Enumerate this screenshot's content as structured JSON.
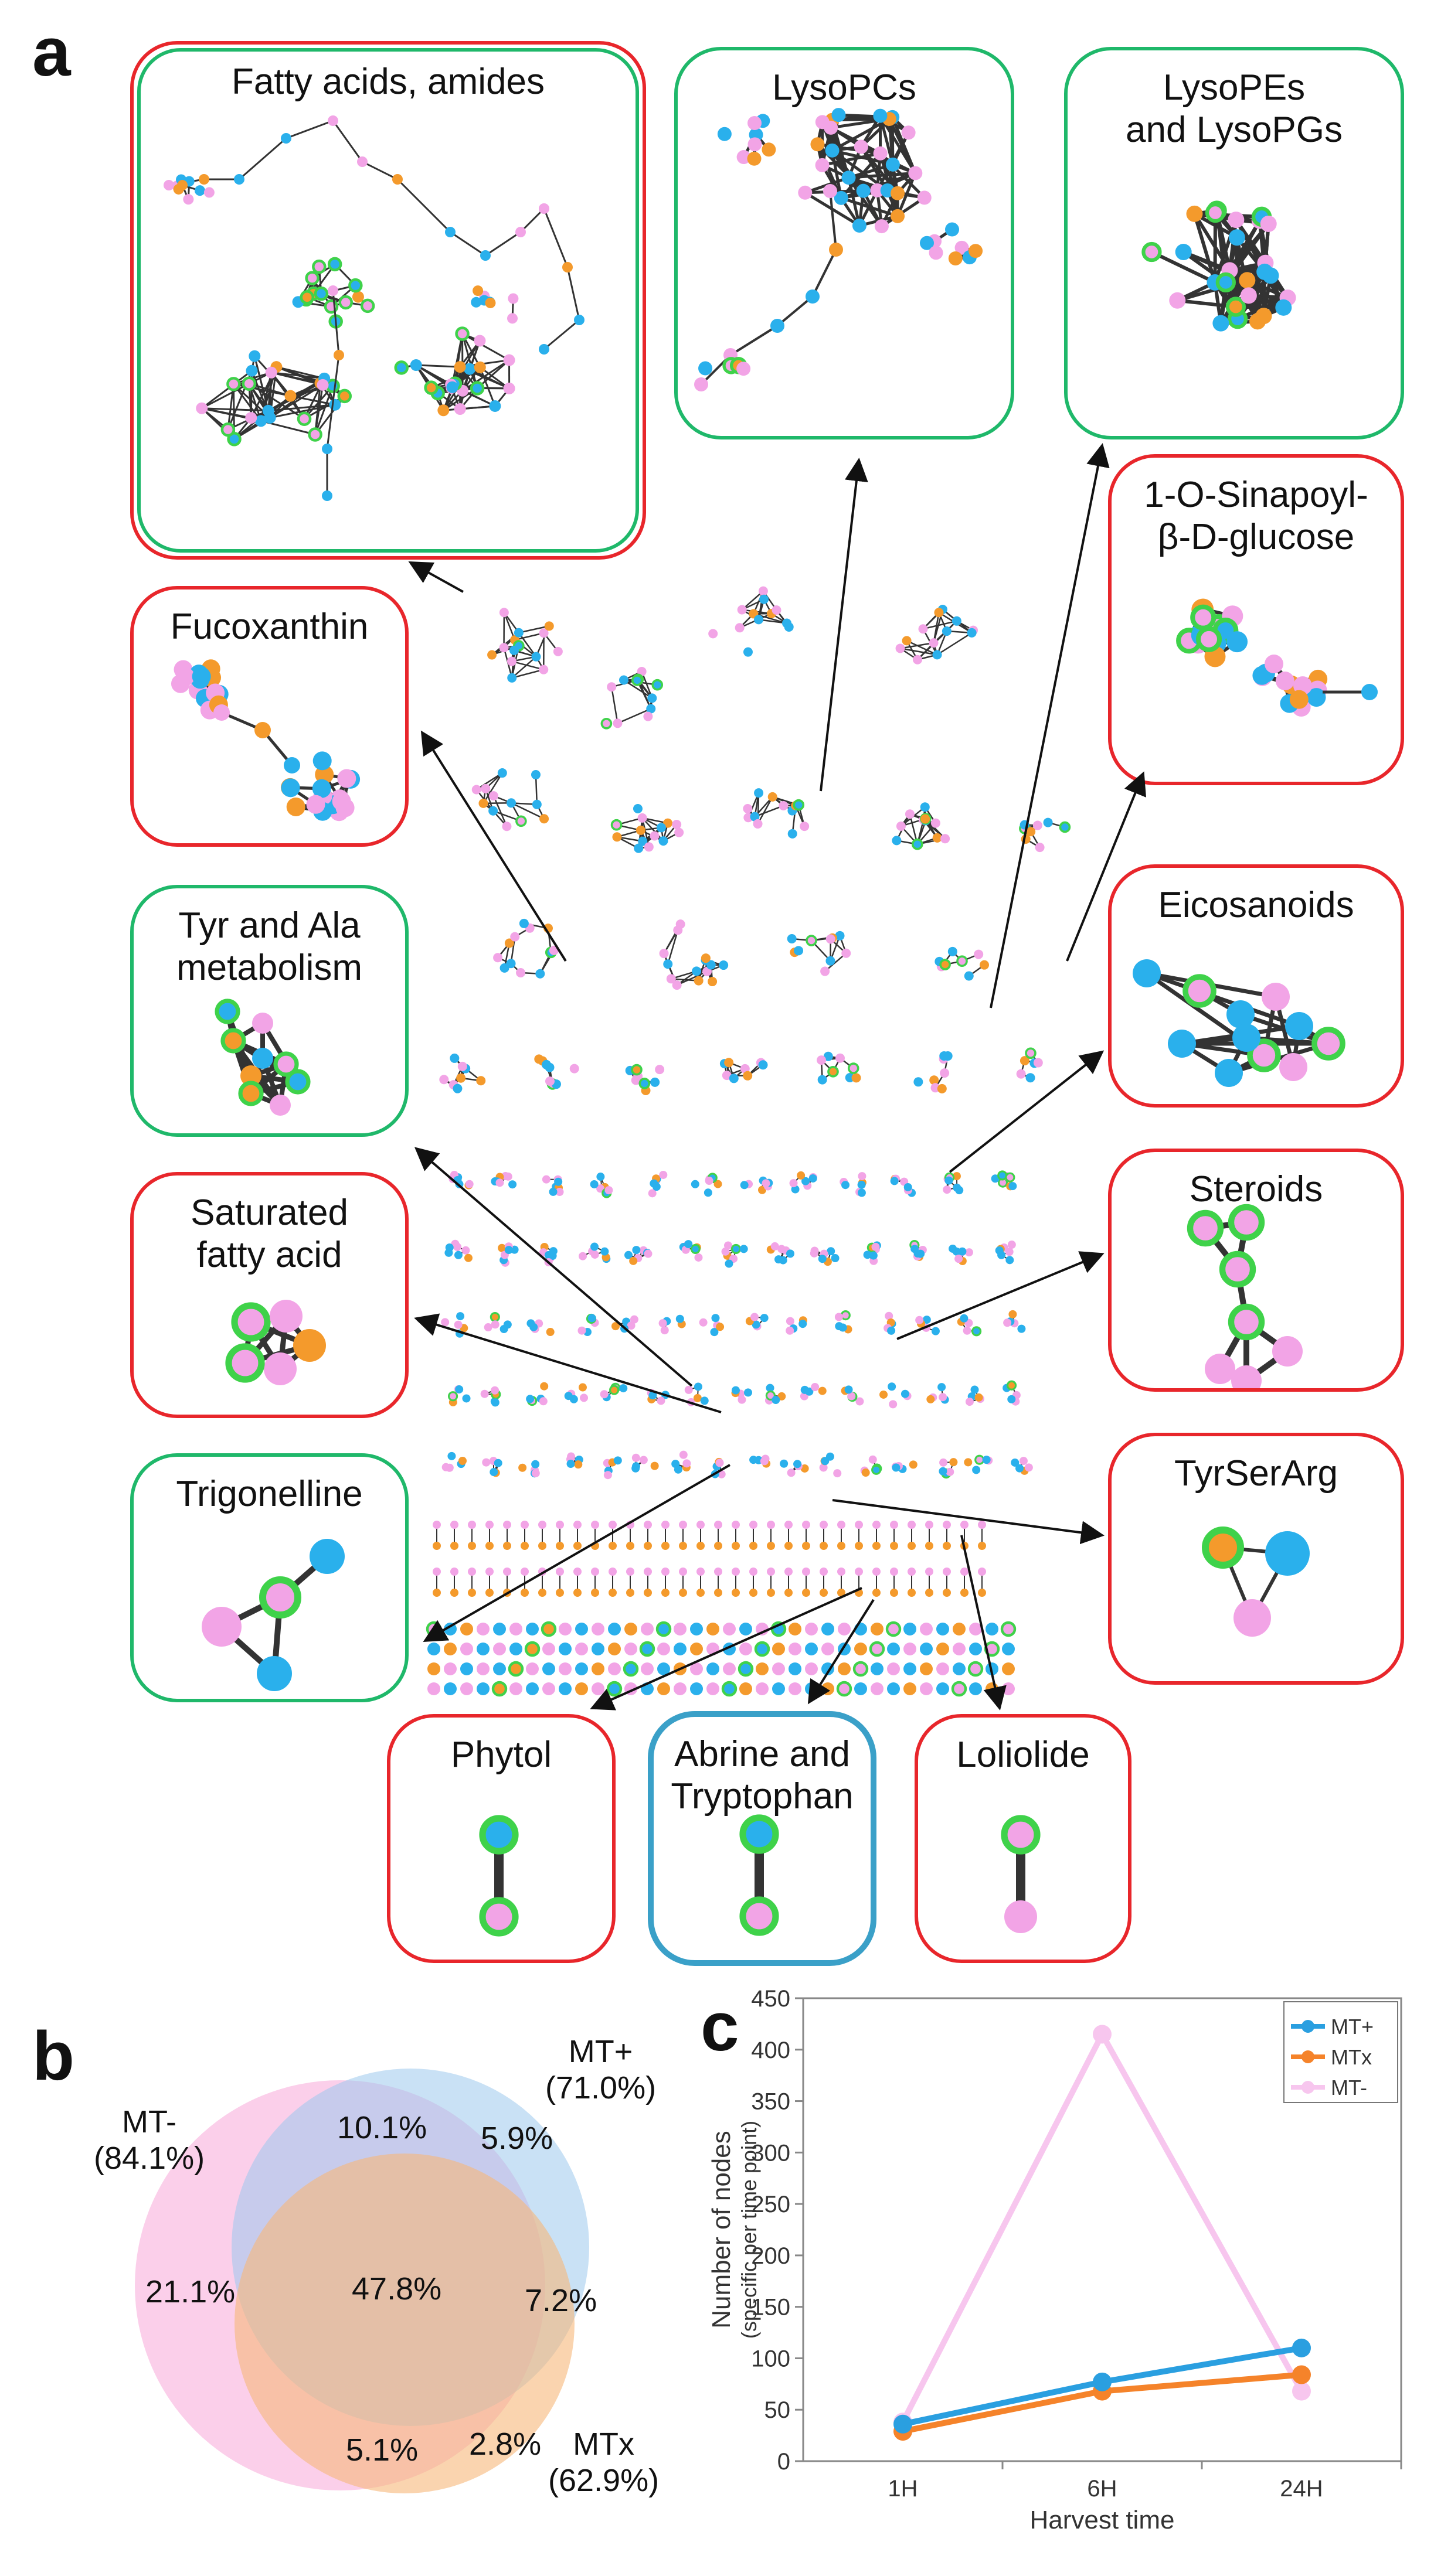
{
  "panel_a": {
    "letter": "a",
    "boxes": [
      {
        "id": "fatty-acids-amides",
        "title": "Fatty acids, amides",
        "border": "red-green"
      },
      {
        "id": "lysopcs",
        "title": "LysoPCs",
        "border": "green"
      },
      {
        "id": "lysopes",
        "title": "LysoPEs\nand LysoPGs",
        "border": "green"
      },
      {
        "id": "sinapoyl",
        "title": "1-O-Sinapoyl-\nβ-D-glucose",
        "border": "red"
      },
      {
        "id": "fucoxanthin",
        "title": "Fucoxanthin",
        "border": "red"
      },
      {
        "id": "tyr-ala",
        "title": "Tyr and Ala\nmetabolism",
        "border": "green"
      },
      {
        "id": "eicosanoids",
        "title": "Eicosanoids",
        "border": "red"
      },
      {
        "id": "saturated",
        "title": "Saturated\nfatty acid",
        "border": "red"
      },
      {
        "id": "steroids",
        "title": "Steroids",
        "border": "red"
      },
      {
        "id": "trigonelline",
        "title": "Trigonelline",
        "border": "green"
      },
      {
        "id": "tyrserarg",
        "title": "TyrSerArg",
        "border": "red"
      },
      {
        "id": "phytol",
        "title": "Phytol",
        "border": "red"
      },
      {
        "id": "abrine",
        "title": "Abrine and\nTryptophan",
        "border": "blue"
      },
      {
        "id": "loliolide",
        "title": "Loliolide",
        "border": "red"
      }
    ]
  },
  "panel_b": {
    "letter": "b",
    "sets": [
      {
        "name": "MT-",
        "percent": "(84.1%)",
        "color": "#f7a8d8"
      },
      {
        "name": "MT+",
        "percent": "(71.0%)",
        "color": "#9cc9ec"
      },
      {
        "name": "MTx",
        "percent": "(62.9%)",
        "color": "#f7b77a"
      }
    ],
    "regions": {
      "mtminus_only": "21.1%",
      "mtminus_mtplus": "10.1%",
      "mtplus_only": "5.9%",
      "all_three": "47.8%",
      "mtplus_mtx": "7.2%",
      "mtminus_mtx": "5.1%",
      "mtx_only": "2.8%"
    }
  },
  "panel_c": {
    "letter": "c",
    "chart_data": {
      "type": "line",
      "categories": [
        "1H",
        "6H",
        "24H"
      ],
      "series": [
        {
          "name": "MT+",
          "values": [
            36,
            77,
            110
          ],
          "color": "#2a9fe0"
        },
        {
          "name": "MTx",
          "values": [
            29,
            68,
            84
          ],
          "color": "#f5832a"
        },
        {
          "name": "MT-",
          "values": [
            38,
            415,
            68
          ],
          "color": "#f7c6ee"
        }
      ],
      "xlabel": "Harvest time",
      "ylabel": "Number of nodes",
      "ylabel_sub": "(specific per time point)",
      "ylim": [
        0,
        450
      ],
      "yticks": [
        0,
        50,
        100,
        150,
        200,
        250,
        300,
        350,
        400,
        450
      ],
      "legend_position": "top-right",
      "grid": false
    }
  },
  "colors": {
    "red": "#e8262b",
    "green": "#1fb86a",
    "blue_border": "#3aa0c8",
    "node_pink": "#f2a4e6",
    "node_cyan": "#2ab0ec",
    "node_orange": "#f49a2c",
    "node_green": "#3fd24a",
    "edge_dark": "#333333"
  }
}
